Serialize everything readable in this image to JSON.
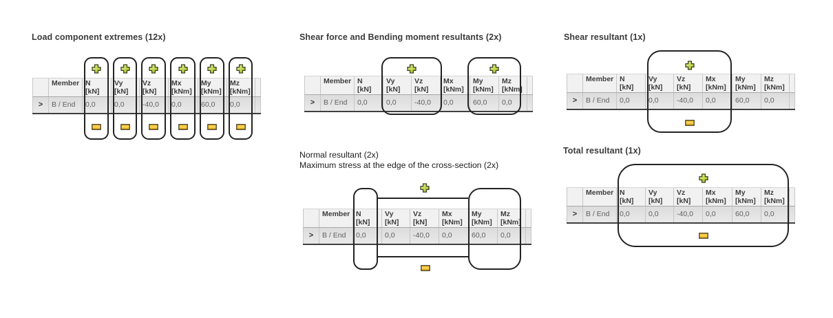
{
  "panels": [
    {
      "id": "load-component-extremes",
      "title": "Load component extremes (12x)"
    },
    {
      "id": "shear-bending-resultants",
      "title": "Shear force and Bending moment resultants (2x)"
    },
    {
      "id": "shear-resultant",
      "title": "Shear resultant (1x)"
    },
    {
      "id": "normal-resultant",
      "title": "Normal resultant (2x)",
      "title2": "Maximum stress at the edge of the cross-section (2x)"
    },
    {
      "id": "total-resultant",
      "title": "Total resultant (1x)"
    }
  ],
  "table": {
    "member_header": "Member",
    "columns": [
      {
        "name": "N",
        "unit": "[kN]"
      },
      {
        "name": "Vy",
        "unit": "[kN]"
      },
      {
        "name": "Vz",
        "unit": "[kN]"
      },
      {
        "name": "Mx",
        "unit": "[kNm]"
      },
      {
        "name": "My",
        "unit": "[kNm]"
      },
      {
        "name": "Mz",
        "unit": "[kNm]"
      }
    ],
    "rows": [
      {
        "expander": ">",
        "member": "B / End",
        "values": [
          "0,0",
          "0,0",
          "-40,0",
          "0,0",
          "60,0",
          "0,0"
        ]
      }
    ]
  },
  "icons": {
    "plus": "+",
    "minus": "−"
  },
  "colors": {
    "page_bg": "#ffffff",
    "title_text": "#3b3b3b",
    "subtitle_text": "#1c1c1c",
    "header_bg": "#f1f1f1",
    "header_text": "#3d3d3d",
    "row_bg_top": "#dcdcdc",
    "row_bg_bottom": "#e9e9e9",
    "cell_text": "#5f5f5f",
    "grid_line": "#c6c6c6",
    "table_outline": "#d4d4d4",
    "header_sep": "#a8a8a8",
    "table_bottom": "#3f3f3f",
    "capsule_border": "#232323",
    "plus_fill": "#b9d02f",
    "plus_fill_light": "#e6f2a0",
    "plus_border": "#3c3f23",
    "minus_fill": "#eda513",
    "minus_fill_light": "#ffd95e",
    "minus_border": "#3f3b23"
  }
}
